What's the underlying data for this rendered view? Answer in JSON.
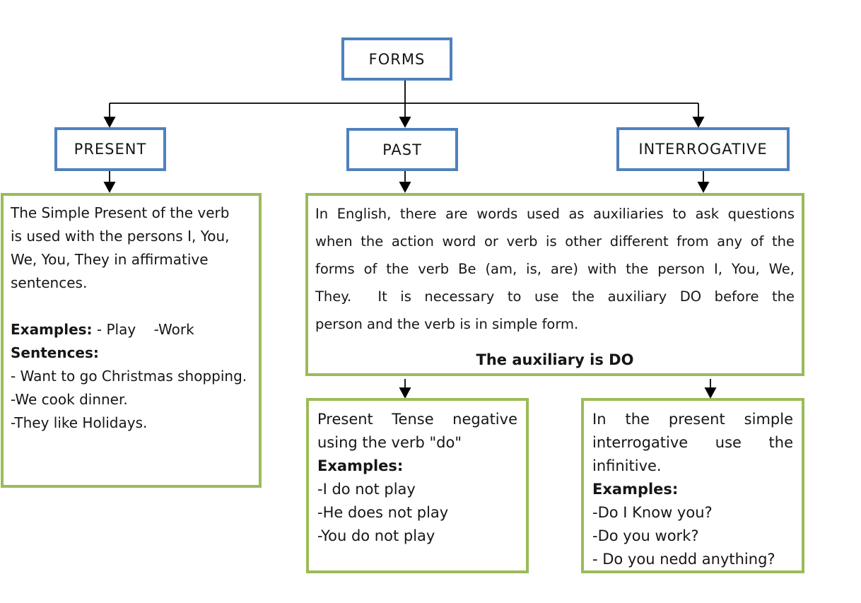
{
  "diagram": {
    "colors": {
      "node_border": "#4f81bd",
      "detail_border": "#9bbb59",
      "connector": "#000000"
    },
    "root": {
      "label": "FORMS"
    },
    "branches": [
      {
        "label": "PRESENT"
      },
      {
        "label": "PAST"
      },
      {
        "label": "INTERROGATIVE"
      }
    ],
    "present_box": {
      "lines": [
        "The Simple Present of the verb",
        "is used with the persons I, You,",
        "We, You, They in affirmative",
        "sentences."
      ],
      "examples_label": "Examples:",
      "examples_text": " - Play    -Work",
      "sentences_label": "Sentences:",
      "sentence_items": [
        "- Want to go Christmas shopping.",
        "-We cook dinner.",
        "-They like Holidays."
      ]
    },
    "auxiliary_box": {
      "lines": [
        "In English, there are words used as auxiliaries to ask questions",
        "when the action word or verb is other different from any of the",
        "forms of the verb Be (am, is, are) with the person I, You, We,",
        "They.  It is necessary to use the auxiliary DO before the",
        "person and the verb is in simple form."
      ],
      "highlight": "The auxiliary is DO"
    },
    "negative_box": {
      "intro_lines": [
        "Present Tense negative",
        "using the verb \"do\""
      ],
      "examples_label": "Examples:",
      "items": [
        "-I do not play",
        "-He does not play",
        "-You do not play"
      ]
    },
    "interrogative_box": {
      "intro_lines": [
        "In the present simple",
        "interrogative use the",
        "infinitive."
      ],
      "examples_label": "Examples:",
      "items": [
        "-Do I Know you?",
        "-Do you work?",
        "- Do you nedd anything?"
      ]
    }
  }
}
